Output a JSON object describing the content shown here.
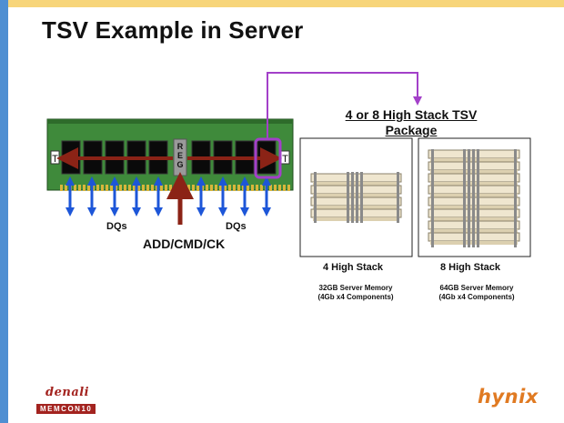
{
  "slide": {
    "title": "TSV Example in Server"
  },
  "module": {
    "reg_label": "REG",
    "terminator_left": "T",
    "terminator_right": "T",
    "dq_left": "DQs",
    "dq_right": "DQs",
    "cmd_label": "ADD/CMD/CK"
  },
  "package": {
    "title_line1": "4 or 8 High Stack TSV",
    "title_line2": "Package",
    "stack4_label": "4 High Stack",
    "stack8_label": "8 High Stack",
    "stack4_desc_line1": "32GB Server Memory",
    "stack4_desc_line2": "(4Gb x4 Components)",
    "stack8_desc_line1": "64GB Server Memory",
    "stack8_desc_line2": "(4Gb x4 Components)"
  },
  "logos": {
    "left_script": "denali",
    "left_box": "MEMCON10",
    "right": "hynix"
  },
  "colors": {
    "pcb": "#3f8a3b",
    "bus_arrow": "#8b2316",
    "dq_arrow": "#1d56d8",
    "highlight": "#a340c9",
    "top_bar": "#f7d57a",
    "side_bar": "#4f8fd2"
  }
}
